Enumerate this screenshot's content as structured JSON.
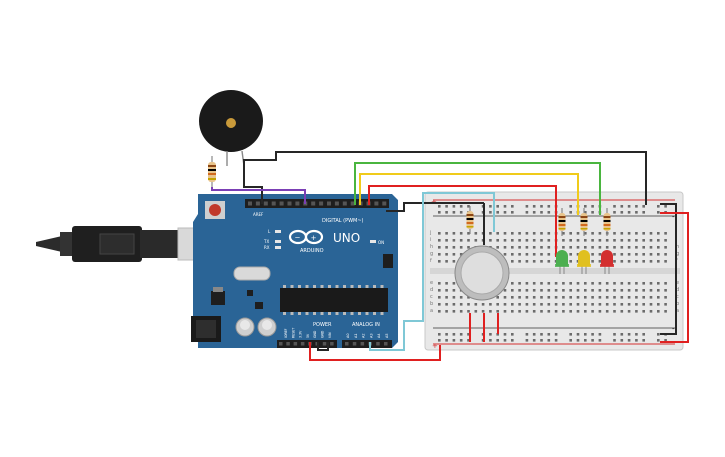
{
  "board": {
    "brand": "UNO",
    "maker": "ARDUINO",
    "digital_label": "DIGITAL (PWM~)",
    "power_label": "POWER",
    "analog_label": "ANALOG IN",
    "aref_label": "AREF",
    "gnd_label": "GND",
    "on_label": "ON",
    "tx_label": "TX",
    "rx_label": "RX",
    "l_label": "L",
    "power_pins": [
      "IOREF",
      "RESET",
      "3.3V",
      "5V",
      "GND",
      "GND",
      "VIN"
    ],
    "analog_pins": [
      "A0",
      "A1",
      "A2",
      "A3",
      "A4",
      "A5"
    ]
  },
  "breadboard": {
    "row_letters_top": [
      "j",
      "i",
      "h",
      "g",
      "f"
    ],
    "row_letters_bottom": [
      "e",
      "d",
      "c",
      "b",
      "a"
    ],
    "rail_plus": "+",
    "rail_minus": "-"
  },
  "components": {
    "led_colors": [
      "#4caf50",
      "#e0c020",
      "#d32f2f"
    ],
    "led_names": [
      "green-led",
      "yellow-led",
      "red-led"
    ]
  },
  "wire_colors": {
    "black": "#262626",
    "red": "#e02020",
    "green": "#4ab53f",
    "yellow": "#f0cb1a",
    "purple": "#7b3fb5",
    "cyan": "#7fc8d6"
  }
}
